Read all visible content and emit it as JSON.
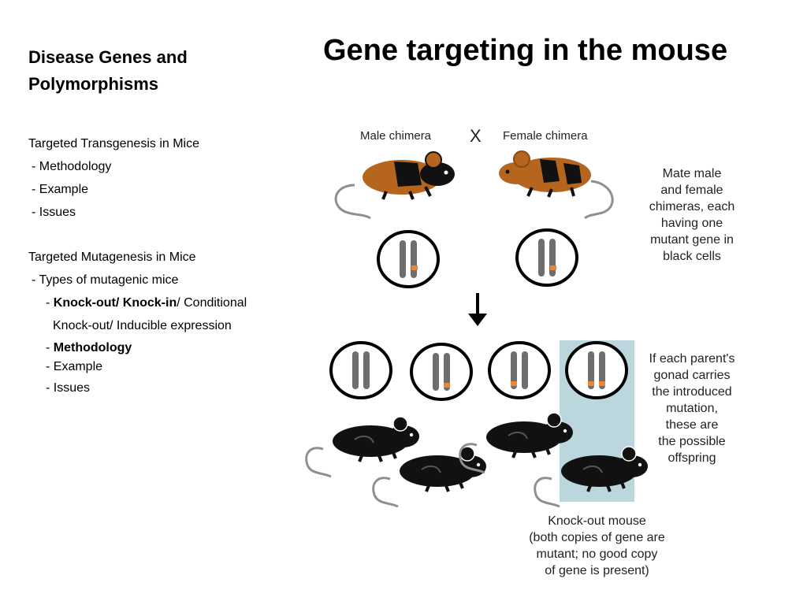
{
  "sidebar": {
    "title_line1": "Disease Genes and",
    "title_line2": "Polymorphisms"
  },
  "slide_title": "Gene targeting in the mouse",
  "outline": {
    "transgenesis": {
      "heading": "Targeted Transgenesis in Mice",
      "items": [
        "- Methodology",
        "- Example",
        "- Issues"
      ]
    },
    "mutagenesis": {
      "heading": "Targeted Mutagenesis in Mice",
      "types_label": "- Types of mutagenic mice",
      "dash": "- ",
      "knockout": "Knock-out/",
      "knockin": "Knock-in",
      "conditional": "/ Conditional",
      "knockout_inducible": "Knock-out/ Inducible expression",
      "methodology": "Methodology",
      "example": "- Example",
      "issues": "- Issues"
    }
  },
  "diagram": {
    "male_label": "Male chimera",
    "cross_symbol": "X",
    "female_label": "Female chimera",
    "mate_note": [
      "Mate male",
      "and female",
      "chimeras, each",
      "having one",
      "mutant gene in",
      "black cells"
    ],
    "offspring_note": [
      "If each parent's",
      "gonad carries",
      "the introduced",
      "mutation,",
      "these are",
      "the possible",
      "offspring"
    ],
    "knockout_note": [
      "Knock-out mouse",
      "(both copies of gene are",
      "mutant; no good copy",
      "of gene is present)"
    ],
    "colors": {
      "mouse_brown": "#b5651d",
      "mouse_black": "#111111",
      "chromosome_gray": "#6e6e6e",
      "mutation_orange": "#e8873a",
      "highlight_box": "#bcd6de"
    }
  }
}
